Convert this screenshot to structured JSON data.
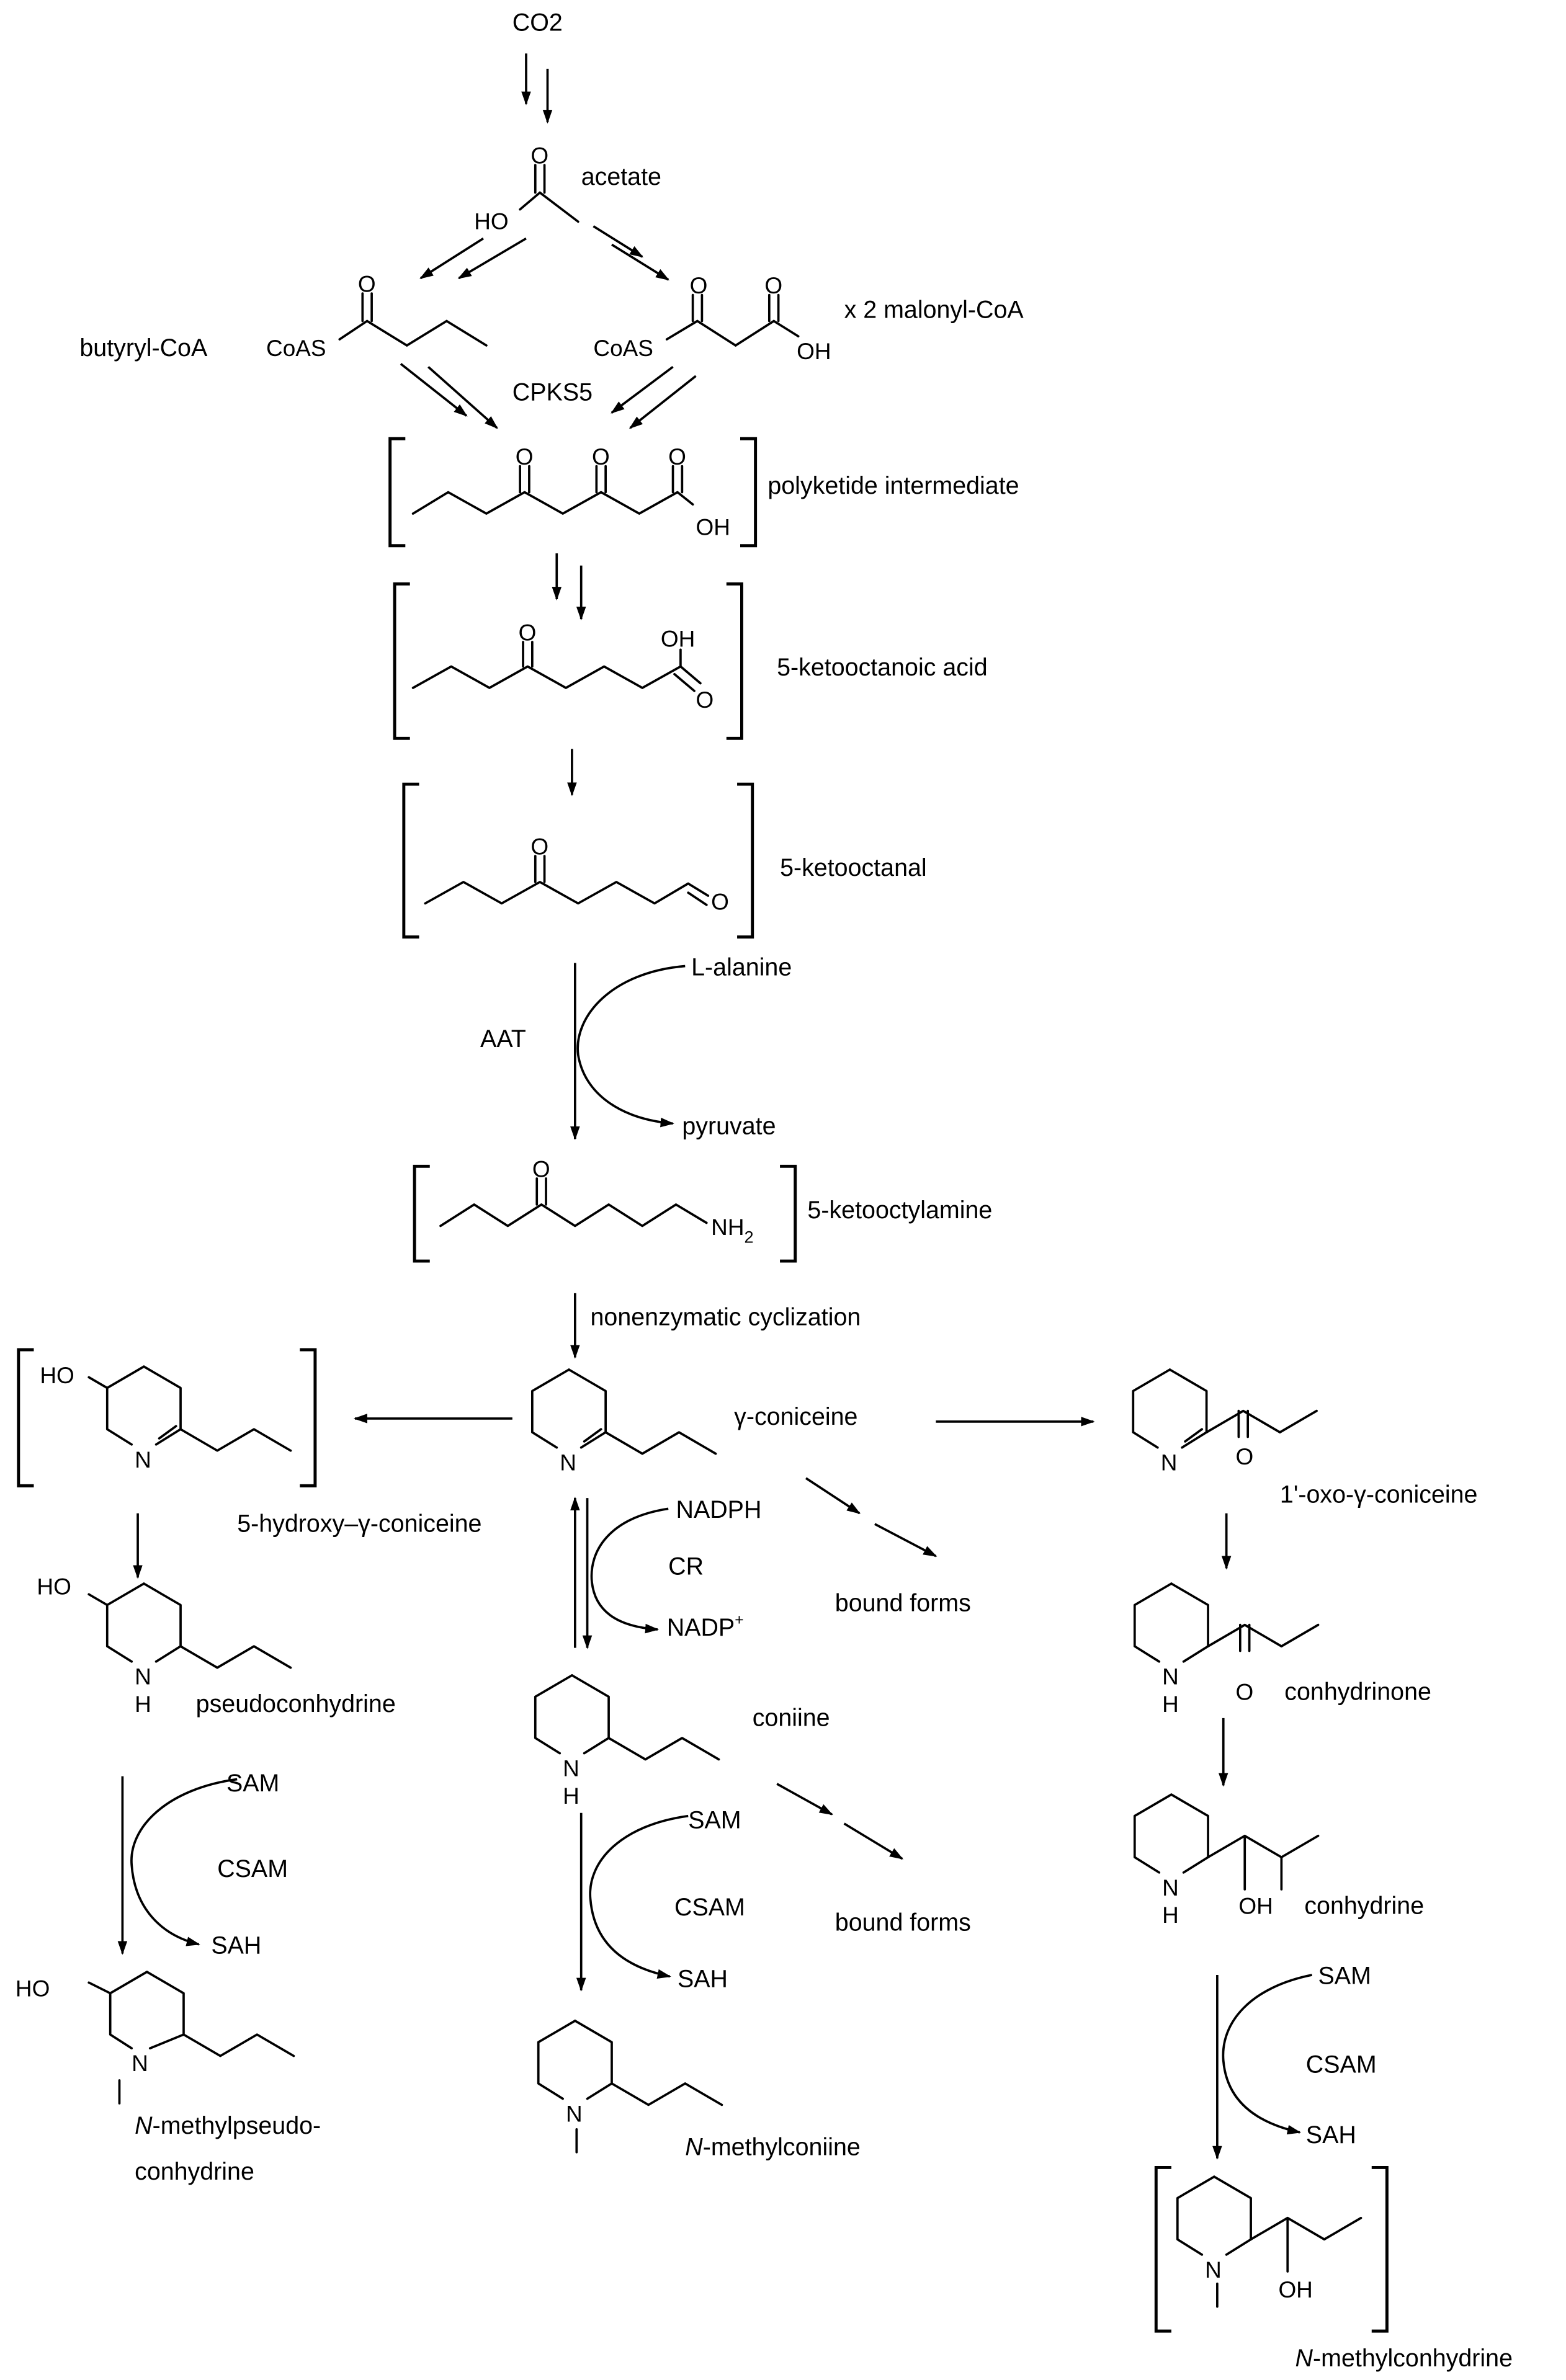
{
  "labels": {
    "co2": "CO2",
    "acetate": "acetate",
    "butyryl_coa": "butyryl-CoA",
    "malonyl": "x 2  malonyl-CoA",
    "cpks5": "CPKS5",
    "polyketide": "polyketide intermediate",
    "ketooctanoic": "5-ketooctanoic acid",
    "ketooctanal": "5-ketooctanal",
    "l_alanine": "L-alanine",
    "aat": "AAT",
    "pyruvate": "pyruvate",
    "ketooctylamine": "5-ketooctylamine",
    "nonenzymatic": "nonenzymatic cyclization",
    "gamma_coniceine": "γ-coniceine",
    "hydroxy_coniceine": "5-hydroxy–γ-coniceine",
    "oxo_coniceine": "1'-oxo-γ-coniceine",
    "nadph": "NADPH",
    "cr": "CR",
    "nadp": "NADP",
    "nadp_sup": "+",
    "bound_forms_1": "bound forms",
    "bound_forms_2": "bound forms",
    "pseudoconhydrine": "pseudoconhydrine",
    "coniine": "coniine",
    "conhydrinone": "conhydrinone",
    "conhydrine": "conhydrine",
    "sam_left": "SAM",
    "csam_left": "CSAM",
    "sah_left": "SAH",
    "sam_mid": "SAM",
    "csam_mid": "CSAM",
    "sah_mid": "SAH",
    "sam_right": "SAM",
    "csam_right": "CSAM",
    "sah_right": "SAH",
    "n_methylpseudo_italic": "N",
    "n_methylpseudo_1": "-methylpseudo-",
    "n_methylpseudo_2": "conhydrine",
    "n_methylconiine_italic": "N",
    "n_methylconiine": "-methylconiine",
    "n_methylconhydrine_italic": "N",
    "n_methylconhydrine": "-methylconhydrine"
  },
  "atoms": {
    "ho": "HO",
    "o": "O",
    "oh": "OH",
    "coas": "CoAS",
    "n": "N",
    "h": "H",
    "nh": "NH",
    "sub2": "2"
  }
}
